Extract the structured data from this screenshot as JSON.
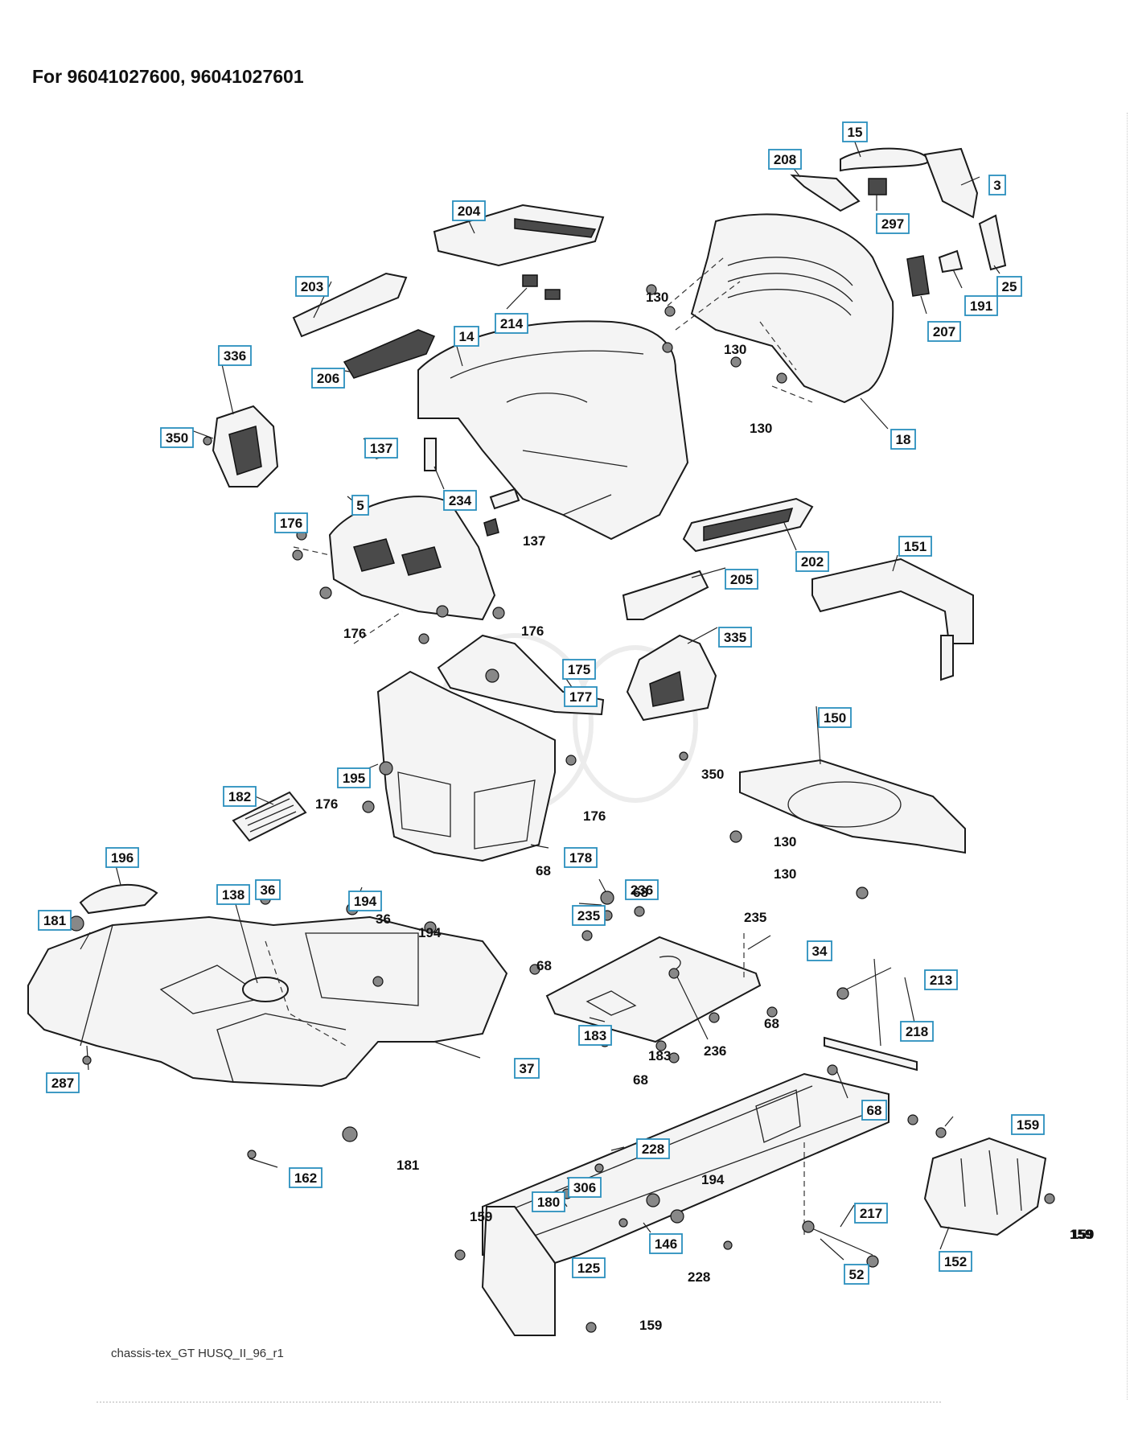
{
  "title": "For 96041027600, 96041027601",
  "caption": "chassis-tex_GT HUSQ_II_96_r1",
  "boxed_labels": [
    "15",
    "208",
    "3",
    "297",
    "25",
    "191",
    "207",
    "18",
    "204",
    "214",
    "203",
    "206",
    "14",
    "336",
    "350",
    "137",
    "234",
    "5",
    "176",
    "202",
    "151",
    "205",
    "335",
    "175",
    "177",
    "150",
    "195",
    "182",
    "178",
    "196",
    "36",
    "138",
    "194",
    "181",
    "287",
    "37",
    "162",
    "235",
    "236",
    "34",
    "183",
    "213",
    "218",
    "68",
    "159",
    "228",
    "306",
    "180",
    "146",
    "125",
    "217",
    "52",
    "152"
  ],
  "plain_labels": [
    "130",
    "130",
    "130",
    "137",
    "176",
    "176",
    "176",
    "176",
    "350",
    "130",
    "130",
    "36",
    "194",
    "181",
    "68",
    "68",
    "235",
    "68",
    "68",
    "236",
    "183",
    "68",
    "194",
    "159",
    "228",
    "159",
    "159",
    "159"
  ]
}
